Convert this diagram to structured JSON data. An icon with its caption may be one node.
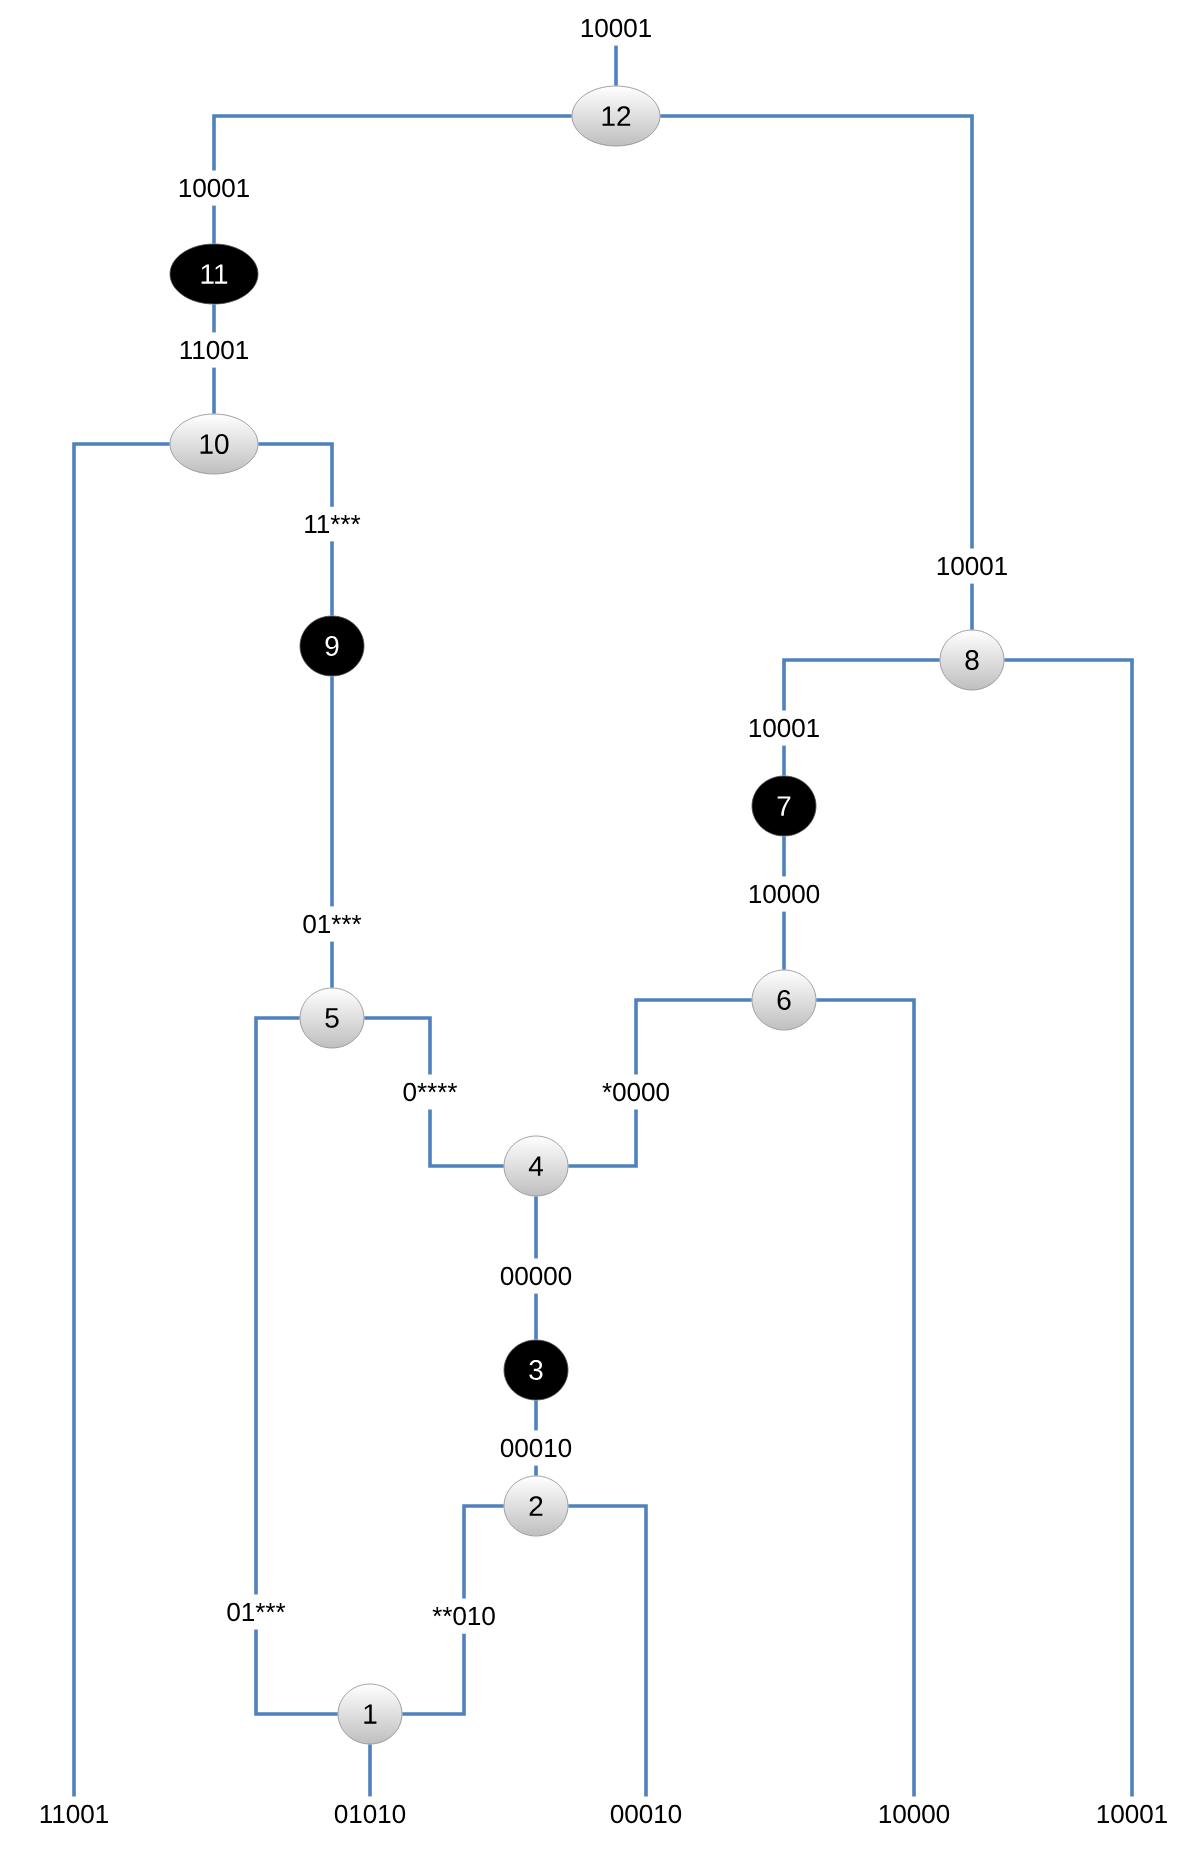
{
  "diagram": {
    "nodes": [
      {
        "text": [
          "10001"
        ]
      },
      {
        "text": [
          "12"
        ]
      },
      {
        "text": [
          "10001"
        ]
      },
      {
        "text": [
          "11"
        ]
      },
      {
        "text": [
          "11001"
        ]
      },
      {
        "text": [
          "10"
        ]
      },
      {
        "text": [
          "11***"
        ]
      },
      {
        "text": [
          "10001"
        ]
      },
      {
        "text": [
          "9"
        ]
      },
      {
        "text": [
          "8"
        ]
      },
      {
        "text": [
          "10001"
        ]
      },
      {
        "text": [
          "7"
        ]
      },
      {
        "text": [
          "10000"
        ]
      },
      {
        "text": [
          "01***"
        ]
      },
      {
        "text": [
          "6"
        ]
      },
      {
        "text": [
          "5"
        ]
      },
      {
        "text": [
          "0****"
        ]
      },
      {
        "text": [
          "*0000"
        ]
      },
      {
        "text": [
          "4"
        ]
      },
      {
        "text": [
          "00000"
        ]
      },
      {
        "text": [
          "3"
        ]
      },
      {
        "text": [
          "00010"
        ]
      },
      {
        "text": [
          "2"
        ]
      },
      {
        "text": [
          "01***"
        ]
      },
      {
        "text": [
          "**010"
        ]
      },
      {
        "text": [
          "1"
        ]
      },
      {
        "text": [
          "11001"
        ]
      },
      {
        "text": [
          "01010"
        ]
      },
      {
        "text": [
          "00010"
        ]
      },
      {
        "text": [
          "10000"
        ]
      },
      {
        "text": [
          "10001"
        ]
      }
    ],
    "edges": [
      {
        "from": 0,
        "to": 1,
        "arrow": "none"
      },
      {
        "from": 1,
        "to": 2,
        "arrow": "none"
      },
      {
        "from": 1,
        "to": 7,
        "arrow": "none"
      },
      {
        "from": 2,
        "to": 3,
        "arrow": "none"
      },
      {
        "from": 3,
        "to": 4,
        "arrow": "none"
      },
      {
        "from": 4,
        "to": 5,
        "arrow": "none"
      },
      {
        "from": 5,
        "to": 26,
        "arrow": "none"
      },
      {
        "from": 5,
        "to": 6,
        "arrow": "none"
      },
      {
        "from": 6,
        "to": 8,
        "arrow": "none"
      },
      {
        "from": 8,
        "to": 13,
        "arrow": "none"
      },
      {
        "from": 13,
        "to": 15,
        "arrow": "none"
      },
      {
        "from": 15,
        "to": 23,
        "arrow": "none"
      },
      {
        "from": 15,
        "to": 16,
        "arrow": "none"
      },
      {
        "from": 16,
        "to": 18,
        "arrow": "none"
      },
      {
        "from": 18,
        "to": 17,
        "arrow": "none"
      },
      {
        "from": 17,
        "to": 14,
        "arrow": "none"
      },
      {
        "from": 14,
        "to": 29,
        "arrow": "none"
      },
      {
        "from": 14,
        "to": 12,
        "arrow": "none"
      },
      {
        "from": 12,
        "to": 11,
        "arrow": "none"
      },
      {
        "from": 11,
        "to": 10,
        "arrow": "none"
      },
      {
        "from": 10,
        "to": 9,
        "arrow": "none"
      },
      {
        "from": 7,
        "to": 9,
        "arrow": "none"
      },
      {
        "from": 9,
        "to": 30,
        "arrow": "none"
      },
      {
        "from": 18,
        "to": 19,
        "arrow": "none"
      },
      {
        "from": 19,
        "to": 20,
        "arrow": "none"
      },
      {
        "from": 20,
        "to": 21,
        "arrow": "none"
      },
      {
        "from": 21,
        "to": 22,
        "arrow": "none"
      },
      {
        "from": 22,
        "to": 24,
        "arrow": "none"
      },
      {
        "from": 22,
        "to": 28,
        "arrow": "none"
      },
      {
        "from": 23,
        "to": 25,
        "arrow": "none"
      },
      {
        "from": 24,
        "to": 25,
        "arrow": "none"
      },
      {
        "from": 25,
        "to": 27,
        "arrow": "none"
      }
    ]
  }
}
